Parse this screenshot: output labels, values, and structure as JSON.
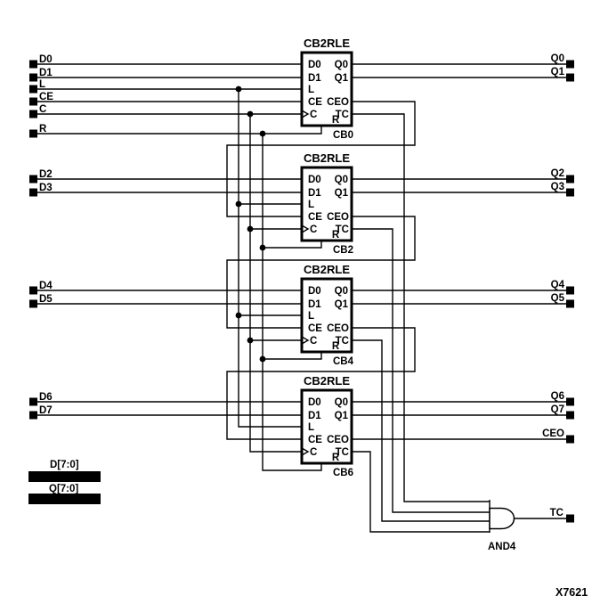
{
  "inputs": {
    "d0": "D0",
    "d1": "D1",
    "l": "L",
    "ce": "CE",
    "c": "C",
    "r": "R",
    "d2": "D2",
    "d3": "D3",
    "d4": "D4",
    "d5": "D5",
    "d6": "D6",
    "d7": "D7"
  },
  "outputs": {
    "q0": "Q0",
    "q1": "Q1",
    "q2": "Q2",
    "q3": "Q3",
    "q4": "Q4",
    "q5": "Q5",
    "q6": "Q6",
    "q7": "Q7",
    "ceo": "CEO",
    "tc": "TC"
  },
  "blocks": [
    {
      "title": "CB2RLE",
      "d0": "D0",
      "d1": "D1",
      "l": "L",
      "ce": "CE",
      "c": "C",
      "q0": "Q0",
      "q1": "Q1",
      "ceo": "CEO",
      "tc": "TC",
      "r": "R",
      "net": "CB0"
    },
    {
      "title": "CB2RLE",
      "d0": "D0",
      "d1": "D1",
      "l": "L",
      "ce": "CE",
      "c": "C",
      "q0": "Q0",
      "q1": "Q1",
      "ceo": "CEO",
      "tc": "TC",
      "r": "R",
      "net": "CB2"
    },
    {
      "title": "CB2RLE",
      "d0": "D0",
      "d1": "D1",
      "l": "L",
      "ce": "CE",
      "c": "C",
      "q0": "Q0",
      "q1": "Q1",
      "ceo": "CEO",
      "tc": "TC",
      "r": "R",
      "net": "CB4"
    },
    {
      "title": "CB2RLE",
      "d0": "D0",
      "d1": "D1",
      "l": "L",
      "ce": "CE",
      "c": "C",
      "q0": "Q0",
      "q1": "Q1",
      "ceo": "CEO",
      "tc": "TC",
      "r": "R",
      "net": "CB6"
    }
  ],
  "buses": {
    "d": "D[7:0]",
    "q": "Q[7:0]"
  },
  "gate": {
    "label": "AND4"
  },
  "figure_id": "X7621",
  "colors": {
    "ink": "#000000",
    "background": "#ffffff"
  }
}
